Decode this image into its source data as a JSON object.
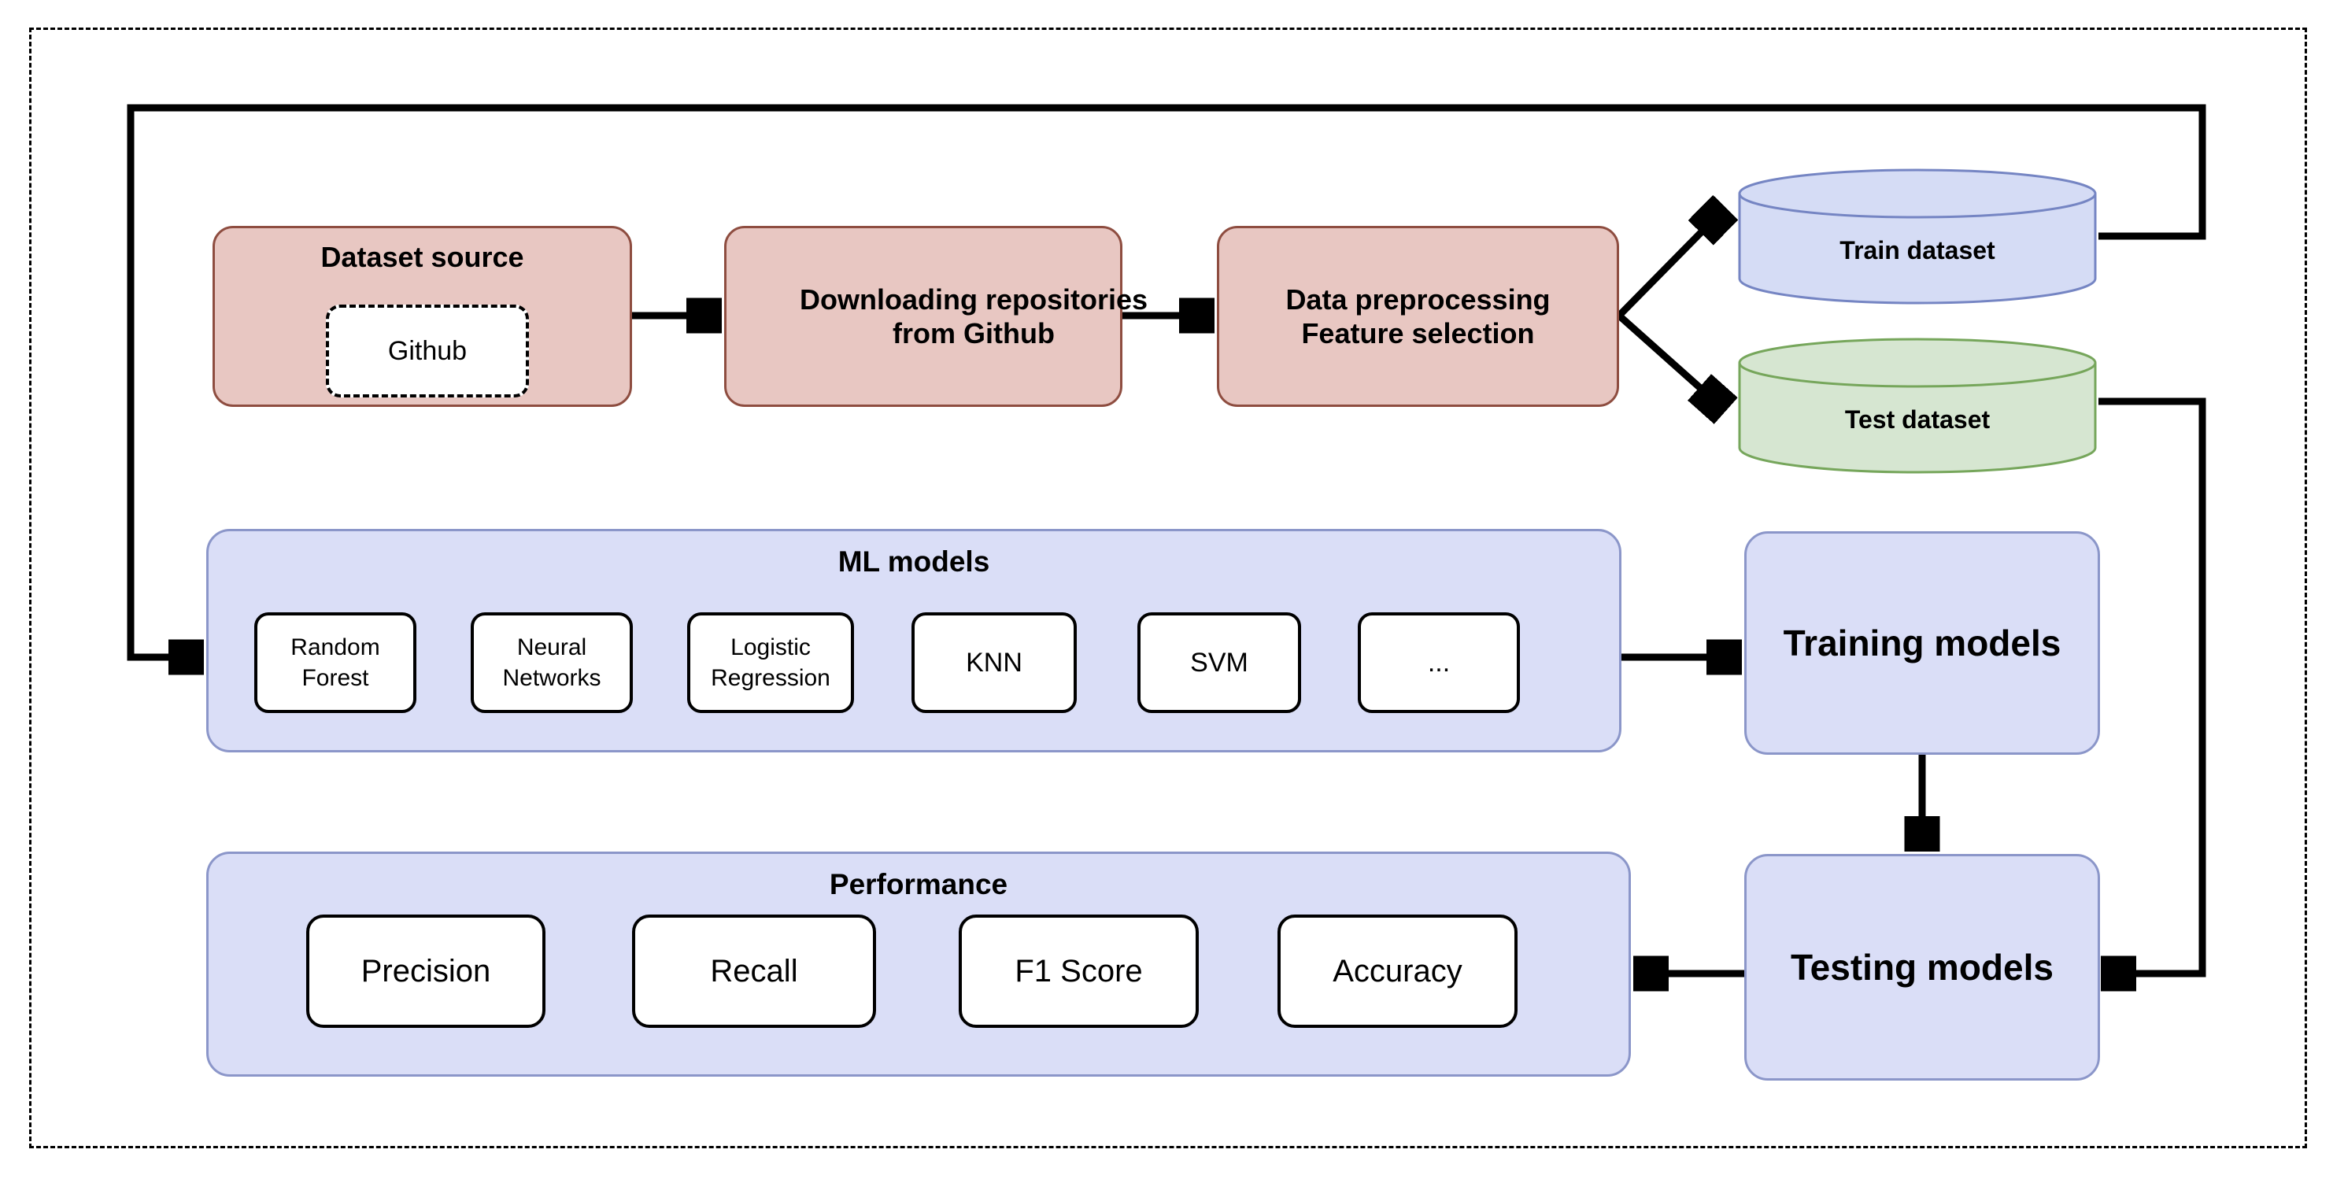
{
  "diagram": {
    "dataset_source": {
      "title": "Dataset source",
      "item": "Github"
    },
    "downloading": {
      "label": "Downloading repositories from Github"
    },
    "preprocessing": {
      "label": "Data preprocessing\nFeature selection"
    },
    "train_dataset": {
      "label": "Train dataset"
    },
    "test_dataset": {
      "label": "Test dataset"
    },
    "ml_models": {
      "title": "ML models",
      "models": [
        "Random Forest",
        "Neural Networks",
        "Logistic Regression",
        "KNN",
        "SVM",
        "..."
      ]
    },
    "training": {
      "label": "Training models"
    },
    "testing": {
      "label": "Testing models"
    },
    "performance": {
      "title": "Performance",
      "metrics": [
        "Precision",
        "Recall",
        "F1 Score",
        "Accuracy"
      ]
    },
    "colors": {
      "source_fill": "#e8c7c2",
      "source_stroke": "#8e4d40",
      "panel_fill": "#dadef7",
      "panel_stroke": "#8b96c9",
      "train_fill": "#d5dcf5",
      "train_stroke": "#7585c3",
      "test_fill": "#d6e6d1",
      "test_stroke": "#76a65b",
      "connector": "#000000"
    }
  }
}
